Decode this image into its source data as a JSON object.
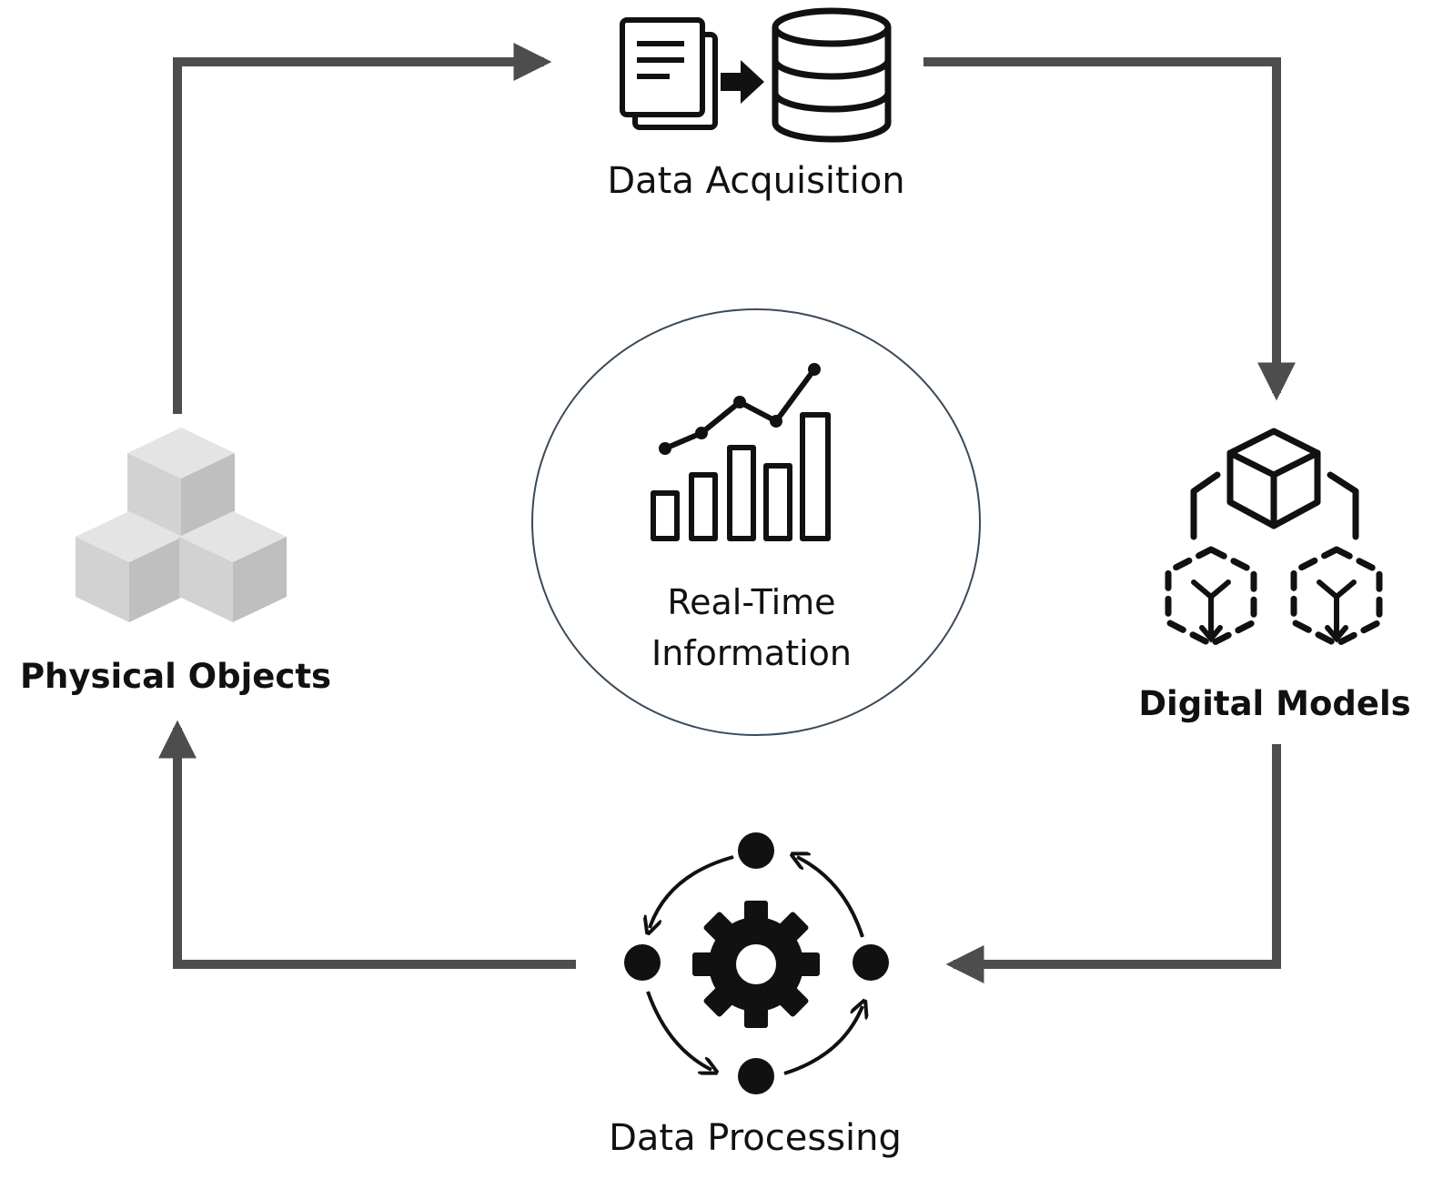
{
  "nodes": {
    "data_acquisition": {
      "label": "Data Acquisition",
      "icon": "document-to-database-icon"
    },
    "digital_models": {
      "label": "Digital Models",
      "icon": "model-hierarchy-icon"
    },
    "data_processing": {
      "label": "Data Processing",
      "icon": "gear-cycle-icon"
    },
    "physical_objects": {
      "label": "Physical Objects",
      "icon": "stacked-cubes-icon"
    }
  },
  "center": {
    "line1": "Real-Time",
    "line2": "Information",
    "icon": "growth-chart-icon"
  },
  "colors": {
    "arrow": "#4d4d4d",
    "icon": "#111111",
    "circle_border": "#3b4a5a",
    "cube_face_top": "#e2e2e2",
    "cube_face_left": "#cfcfcf",
    "cube_face_right": "#bdbdbd"
  }
}
